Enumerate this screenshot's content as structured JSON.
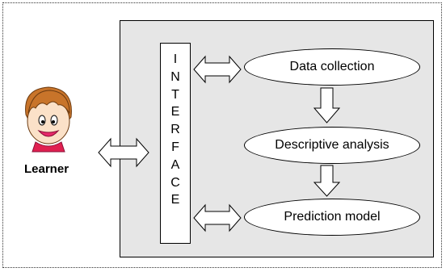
{
  "learner": {
    "label": "Learner",
    "avatar": "learner-face-icon"
  },
  "interface": {
    "letters": [
      "I",
      "N",
      "T",
      "E",
      "R",
      "F",
      "A",
      "C",
      "E"
    ]
  },
  "nodes": {
    "data_collection": "Data collection",
    "descriptive_analysis": "Descriptive analysis",
    "prediction_model": "Prediction model"
  },
  "colors": {
    "system_background": "#e6e6e6",
    "node_fill": "#ffffff",
    "stroke": "#000000"
  }
}
